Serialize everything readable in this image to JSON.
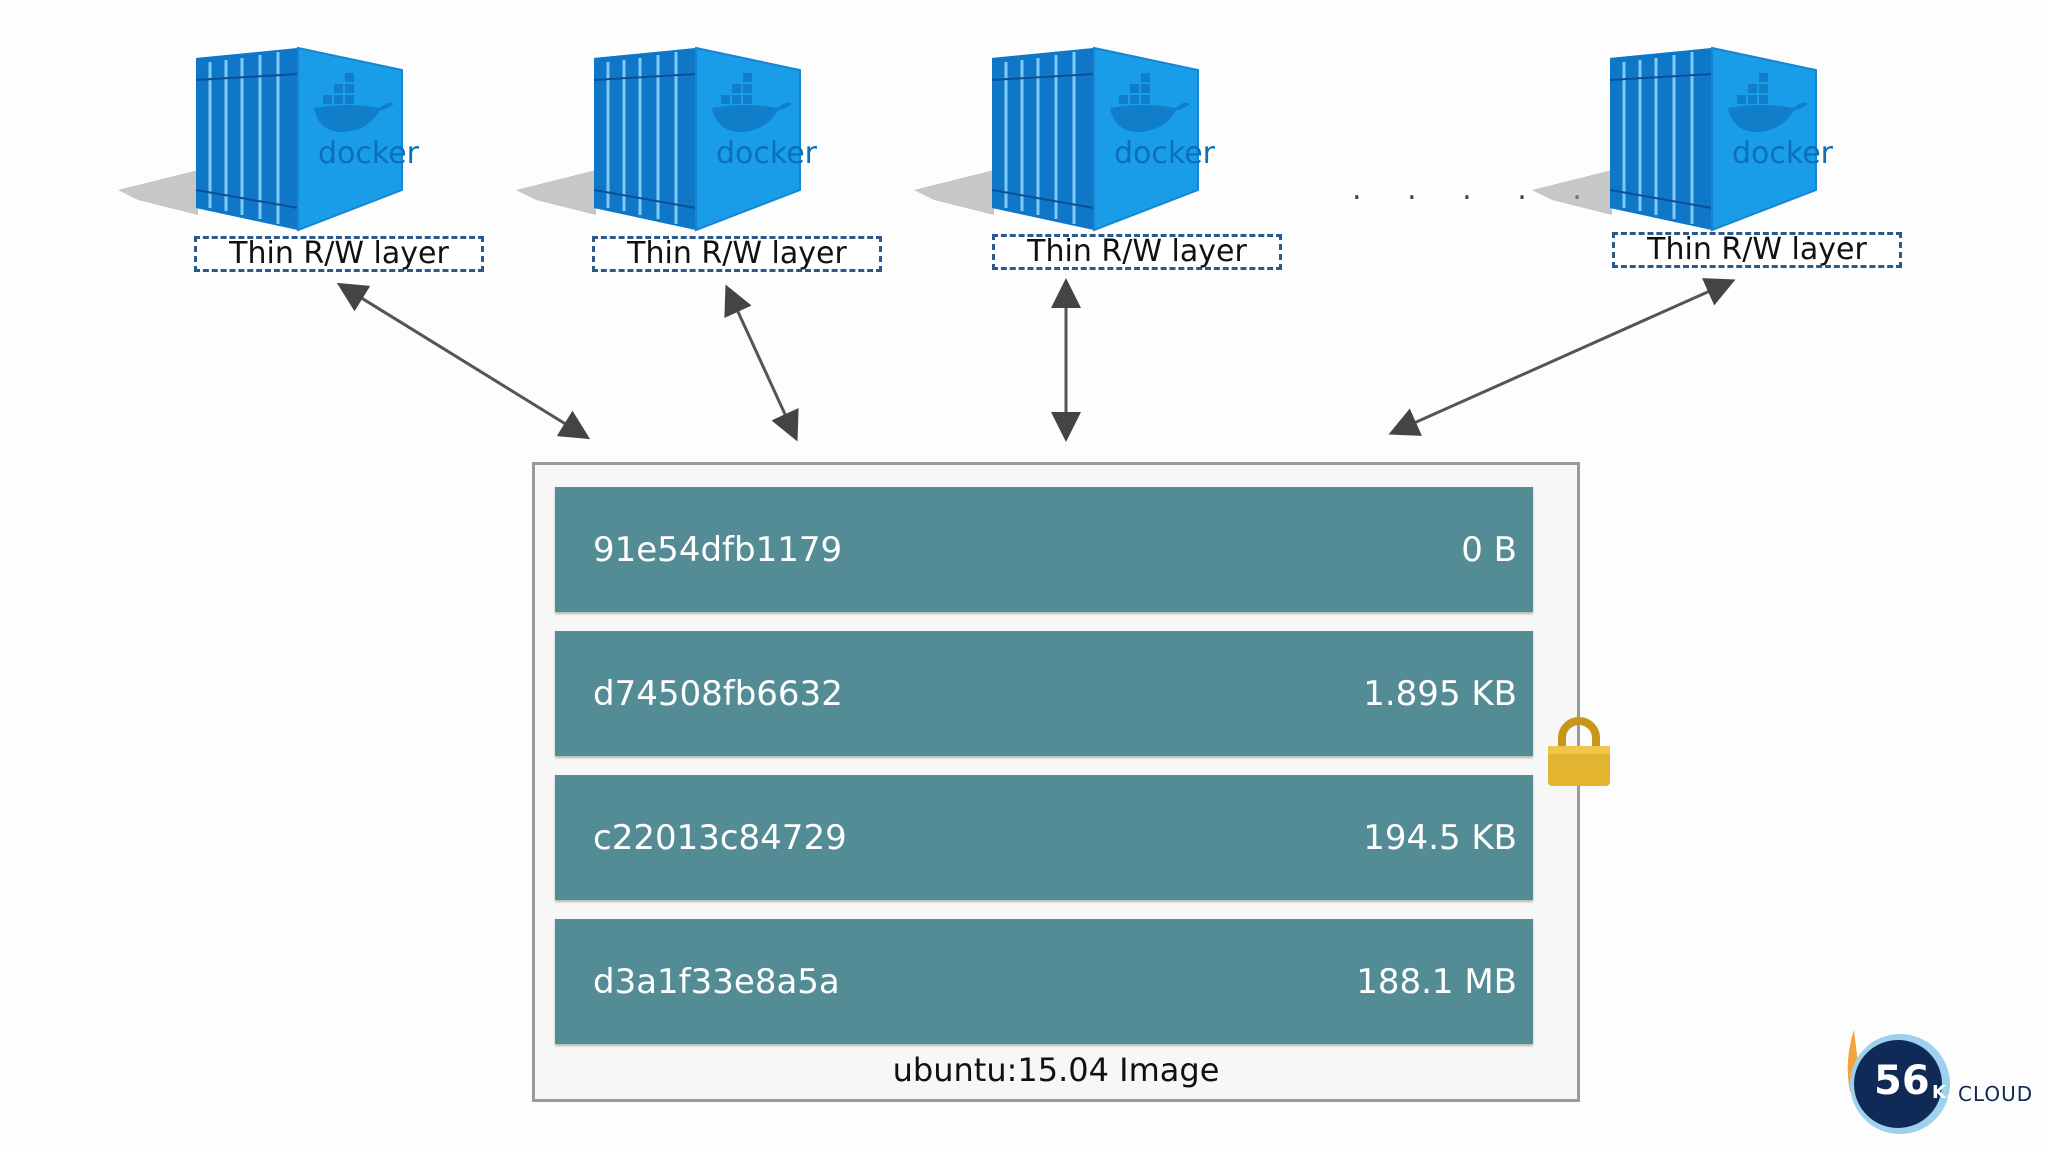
{
  "containers": [
    {
      "brand": "docker",
      "layer_label": "Thin R/W layer"
    },
    {
      "brand": "docker",
      "layer_label": "Thin R/W layer"
    },
    {
      "brand": "docker",
      "layer_label": "Thin R/W layer"
    },
    {
      "brand": "docker",
      "layer_label": "Thin R/W layer"
    }
  ],
  "ellipsis": ". . . . . .",
  "image": {
    "label": "ubuntu:15.04 Image",
    "layers": [
      {
        "id": "91e54dfb1179",
        "size": "0 B"
      },
      {
        "id": "d74508fb6632",
        "size": "1.895 KB"
      },
      {
        "id": "c22013c84729",
        "size": "194.5 KB"
      },
      {
        "id": "d3a1f33e8a5a",
        "size": "188.1 MB"
      }
    ]
  },
  "icons": {
    "lock": "lock-icon"
  },
  "logo": {
    "number": "56",
    "suffix": "K.",
    "text": "CLOUD"
  },
  "colors": {
    "container_blue": "#1a9de8",
    "layer_teal": "#538c95",
    "lock_gold": "#e3b42f",
    "dashed_border": "#2b5a8a"
  }
}
